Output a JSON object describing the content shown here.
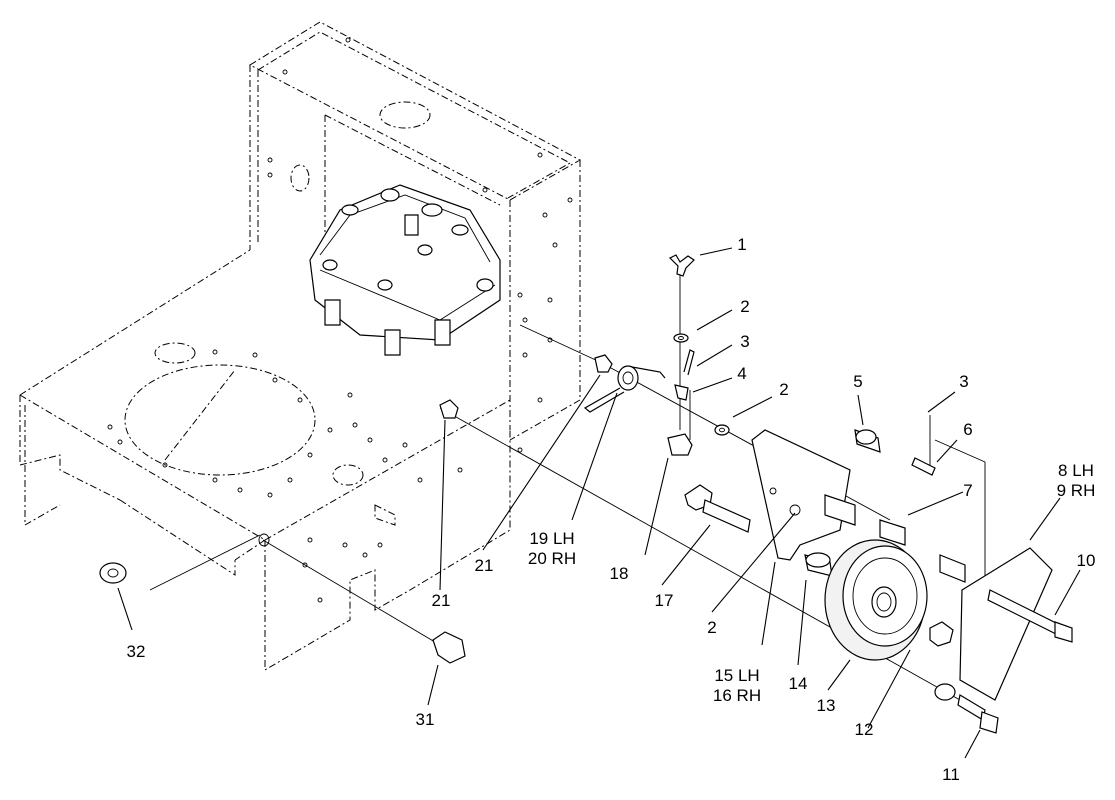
{
  "diagram": {
    "callouts": [
      {
        "id": "c1",
        "lines": [
          "1"
        ]
      },
      {
        "id": "c2a",
        "lines": [
          "2"
        ]
      },
      {
        "id": "c3a",
        "lines": [
          "3"
        ]
      },
      {
        "id": "c4",
        "lines": [
          "4"
        ]
      },
      {
        "id": "c2b",
        "lines": [
          "2"
        ]
      },
      {
        "id": "c5",
        "lines": [
          "5"
        ]
      },
      {
        "id": "c3b",
        "lines": [
          "3"
        ]
      },
      {
        "id": "c6",
        "lines": [
          "6"
        ]
      },
      {
        "id": "c7",
        "lines": [
          "7"
        ]
      },
      {
        "id": "c89",
        "lines": [
          "8 LH",
          "9 RH"
        ]
      },
      {
        "id": "c10",
        "lines": [
          "10"
        ]
      },
      {
        "id": "c11",
        "lines": [
          "11"
        ]
      },
      {
        "id": "c12",
        "lines": [
          "12"
        ]
      },
      {
        "id": "c13",
        "lines": [
          "13"
        ]
      },
      {
        "id": "c14",
        "lines": [
          "14"
        ]
      },
      {
        "id": "c1516",
        "lines": [
          "15 LH",
          "16 RH"
        ]
      },
      {
        "id": "c2c",
        "lines": [
          "2"
        ]
      },
      {
        "id": "c17",
        "lines": [
          "17"
        ]
      },
      {
        "id": "c18",
        "lines": [
          "18"
        ]
      },
      {
        "id": "c1920",
        "lines": [
          "19 LH",
          "20 RH"
        ]
      },
      {
        "id": "c21a",
        "lines": [
          "21"
        ]
      },
      {
        "id": "c21b",
        "lines": [
          "21"
        ]
      },
      {
        "id": "c31",
        "lines": [
          "31"
        ]
      },
      {
        "id": "c32",
        "lines": [
          "32"
        ]
      }
    ]
  }
}
